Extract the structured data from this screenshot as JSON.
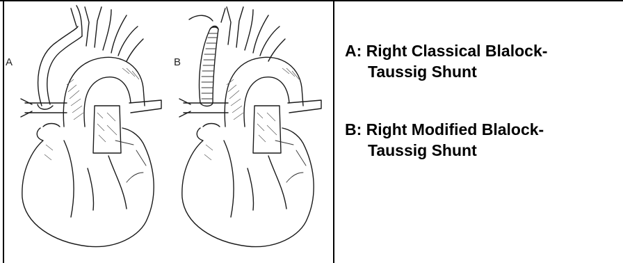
{
  "diagram": {
    "panels": [
      {
        "letter": "A"
      },
      {
        "letter": "B"
      }
    ]
  },
  "captions": [
    {
      "line1": "A: Right Classical Blalock-",
      "line2": "Taussig Shunt"
    },
    {
      "line1": "B: Right Modified Blalock-",
      "line2": "Taussig Shunt"
    }
  ]
}
